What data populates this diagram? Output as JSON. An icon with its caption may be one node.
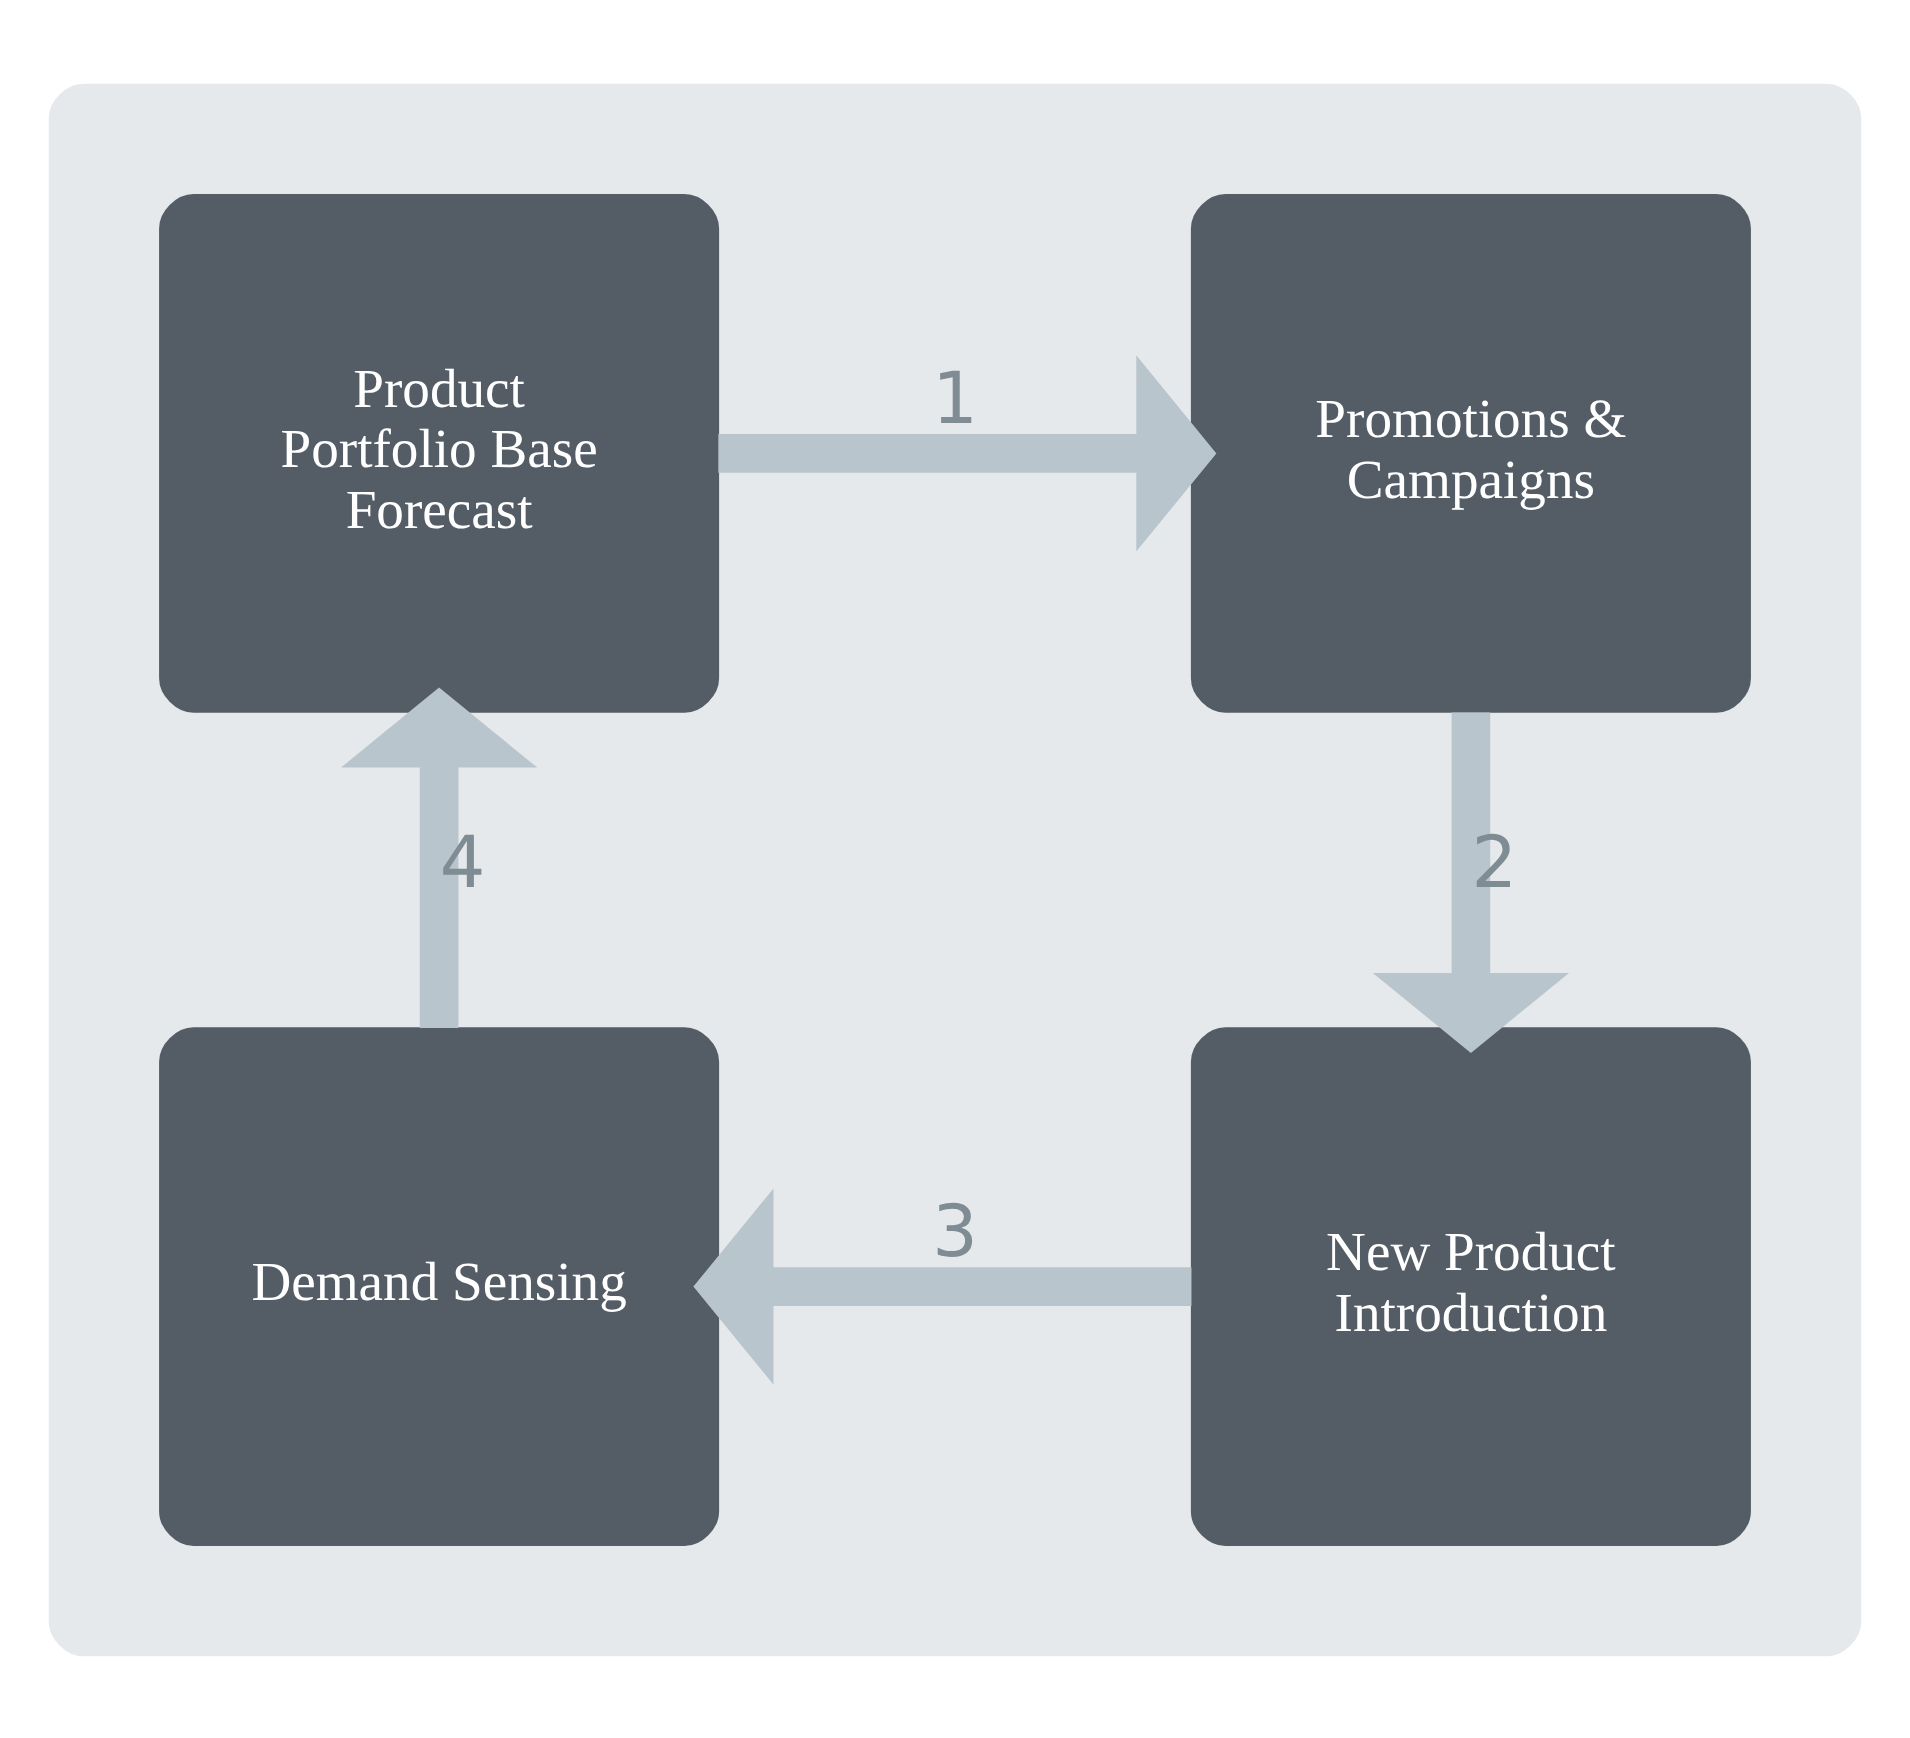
{
  "diagram": {
    "nodes": [
      {
        "text": [],
        "shape": "box"
      },
      {
        "text": [
          "Product Portfolio Base Forecast"
        ],
        "in": 0
      },
      {
        "text": [
          "Promotions & Campaigns"
        ],
        "in": 0
      },
      {
        "text": [
          "New Product Introduction"
        ],
        "in": 0
      },
      {
        "text": [
          "Demand Sensing"
        ],
        "in": 0
      }
    ],
    "edges": [
      {
        "from": 1,
        "to": 2,
        "arrow": "to",
        "label": "1"
      },
      {
        "from": 2,
        "to": 3,
        "arrow": "to",
        "label": "2"
      },
      {
        "from": 3,
        "to": 4,
        "arrow": "to",
        "label": "3"
      },
      {
        "from": 4,
        "to": 1,
        "arrow": "to",
        "label": "4"
      }
    ]
  }
}
